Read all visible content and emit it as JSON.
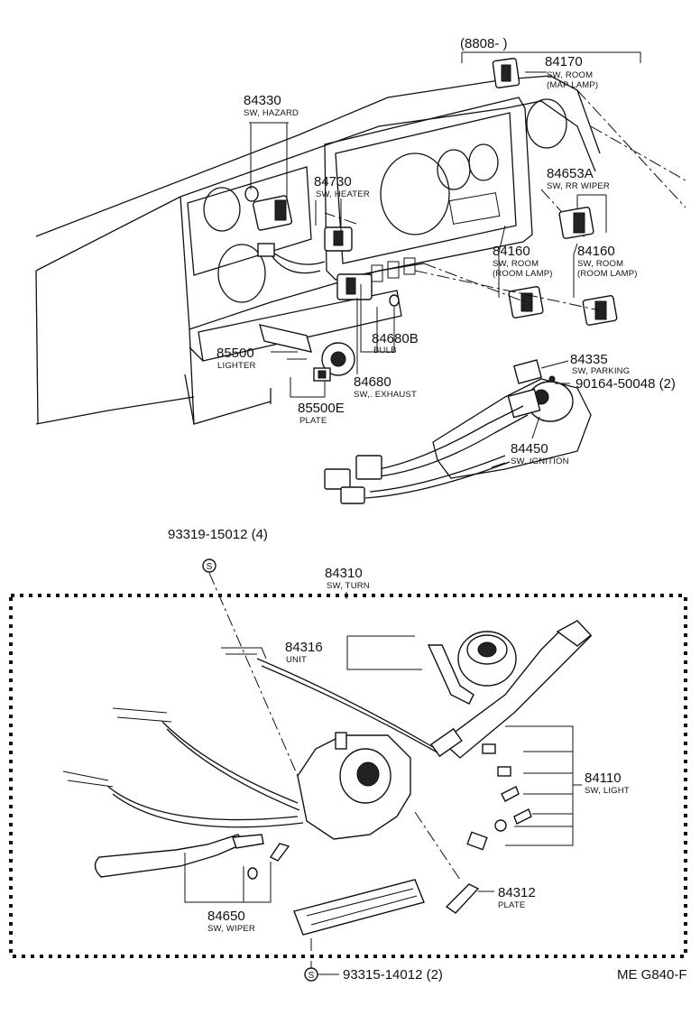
{
  "header": {
    "date_range": "(8808-        )"
  },
  "footer": {
    "code": "ME G840-F"
  },
  "screw_symbol": "S",
  "parts": {
    "p84170": {
      "number": "84170",
      "desc1": "SW, ROOM",
      "desc2": "(MAP LAMP)"
    },
    "p84330": {
      "number": "84330",
      "desc1": "SW, HAZARD"
    },
    "p84730": {
      "number": "84730",
      "desc1": "SW, HEATER"
    },
    "p84653A": {
      "number": "84653A",
      "desc1": "SW, RR WIPER"
    },
    "p84160a": {
      "number": "84160",
      "desc1": "SW, ROOM",
      "desc2": "(ROOM LAMP)"
    },
    "p84160b": {
      "number": "84160",
      "desc1": "SW, ROOM",
      "desc2": "(ROOM LAMP)"
    },
    "p84680B": {
      "number": "84680B",
      "desc1": "BULB"
    },
    "p85500": {
      "number": "85500",
      "desc1": "LIGHTER"
    },
    "p84680": {
      "number": "84680",
      "desc1": "SW,. EXHAUST"
    },
    "p85500E": {
      "number": "85500E",
      "desc1": "PLATE"
    },
    "p84335": {
      "number": "84335",
      "desc1": "SW, PARKING"
    },
    "p90164": {
      "number": "90164-50048 (2)"
    },
    "p84450": {
      "number": "84450",
      "desc1": "SW, IGNITION"
    },
    "p93319": {
      "number": "93319-15012 (4)"
    },
    "p84310": {
      "number": "84310",
      "desc1": "SW, TURN"
    },
    "p84316": {
      "number": "84316",
      "desc1": "UNIT"
    },
    "p84110": {
      "number": "84110",
      "desc1": "SW, LIGHT"
    },
    "p84312": {
      "number": "84312",
      "desc1": "PLATE"
    },
    "p84650": {
      "number": "84650",
      "desc1": "SW, WIPER"
    },
    "p93315": {
      "number": "93315-14012 (2)"
    }
  }
}
